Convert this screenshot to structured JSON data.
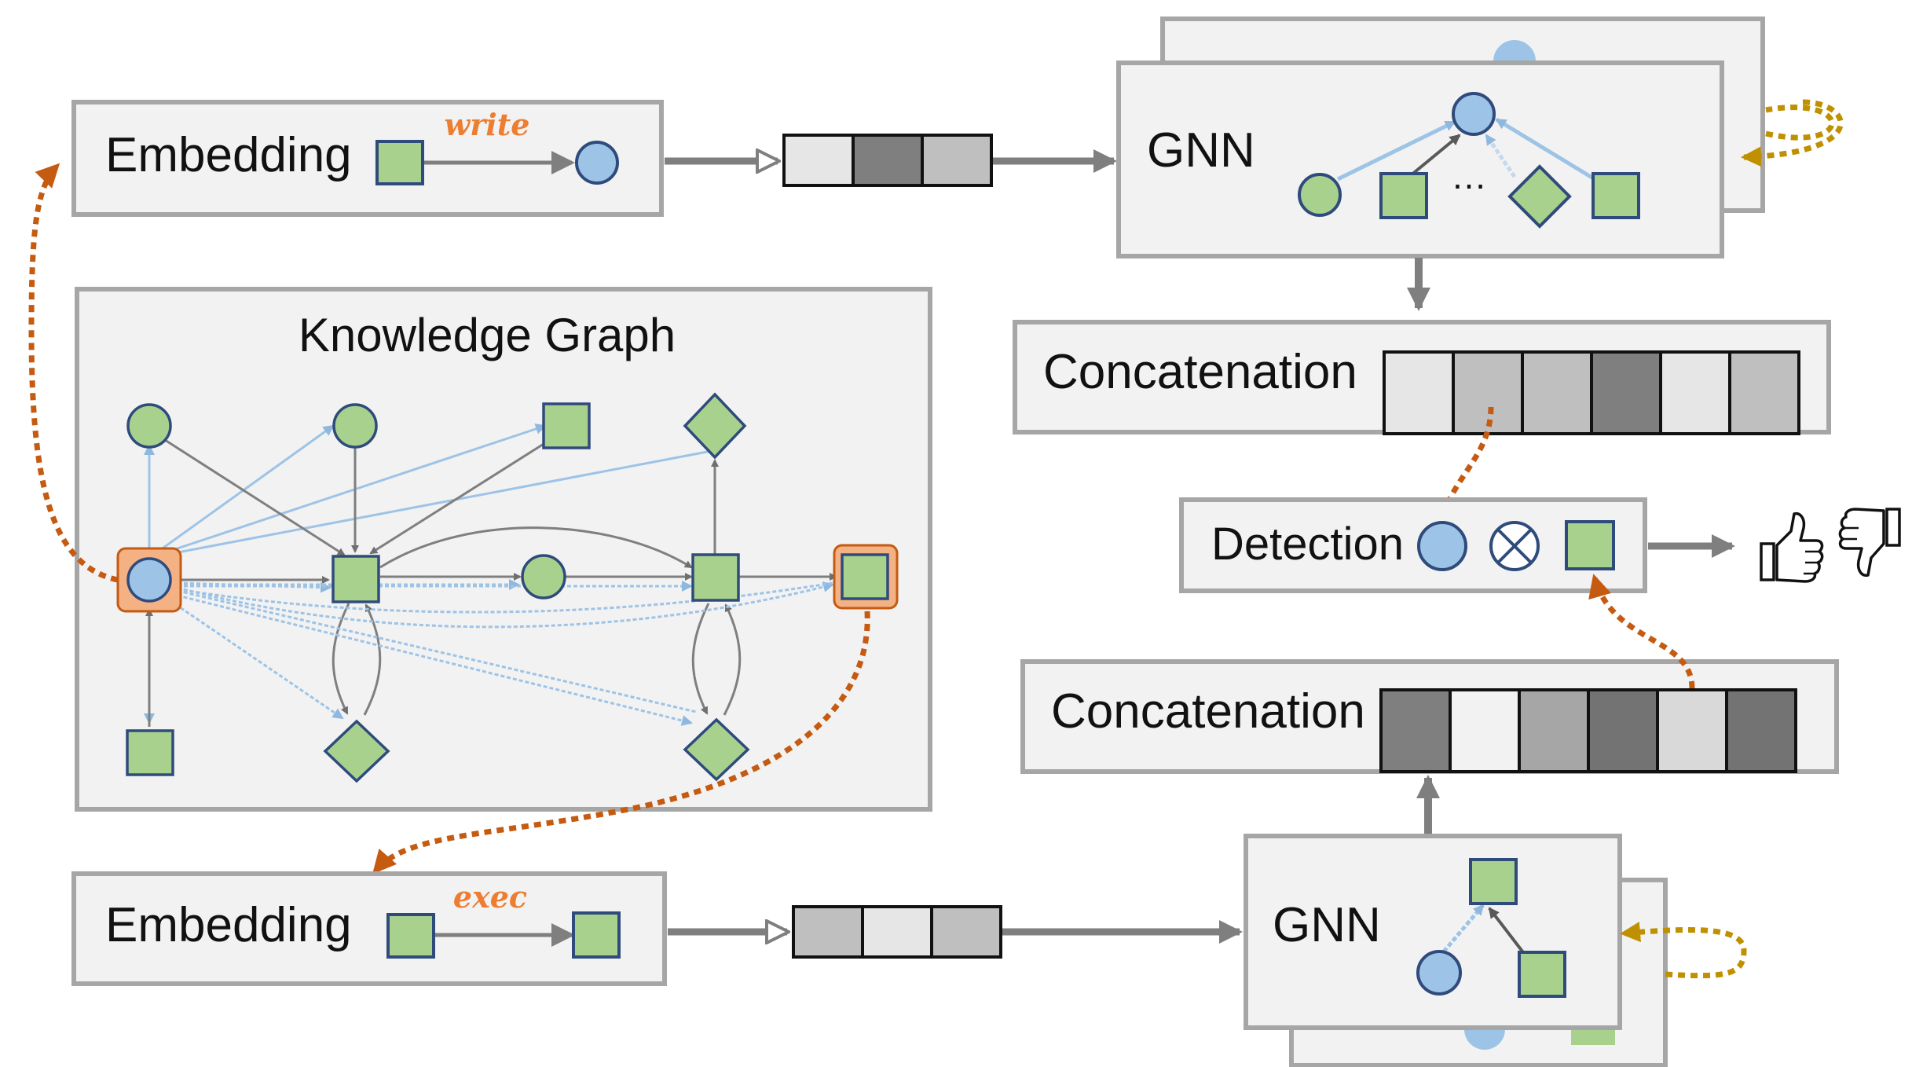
{
  "colors": {
    "panel_fill": "#f2f2f2",
    "panel_border": "#a6a6a6",
    "node_green": "#a9d18e",
    "node_blue": "#9dc3e6",
    "node_stroke": "#2f4b7c",
    "highlight": "#f4b183",
    "arrow_gray": "#7f7f7f",
    "arrow_blue": "#9dc3e6",
    "dotted_orange": "#c55a11",
    "dotted_gold": "#bf9000",
    "relation_text": "#ed7d31"
  },
  "top": {
    "embedding_label": "Embedding",
    "relation": "write",
    "vector_shades": [
      "#e7e6e6",
      "#7f7f7f",
      "#bfbfbf"
    ],
    "gnn_label": "GNN",
    "ellipsis": "…"
  },
  "knowledge_graph": {
    "title": "Knowledge Graph"
  },
  "concat_top": {
    "label": "Concatenation",
    "shades": [
      "#e7e6e6",
      "#bfbfbf",
      "#bfbfbf",
      "#7f7f7f",
      "#e7e6e6",
      "#bfbfbf"
    ]
  },
  "detection": {
    "label": "Detection",
    "operator_icon": "otimes-icon",
    "output_icons": [
      "thumbs-up-icon",
      "thumbs-down-icon"
    ]
  },
  "concat_bottom": {
    "label": "Concatenation",
    "shades": [
      "#7f7f7f",
      "#f2f2f2",
      "#a6a6a6",
      "#737373",
      "#d9d9d9",
      "#737373"
    ]
  },
  "bottom": {
    "embedding_label": "Embedding",
    "relation": "exec",
    "vector_shades": [
      "#bfbfbf",
      "#e7e6e6",
      "#bfbfbf"
    ],
    "gnn_label": "GNN"
  }
}
